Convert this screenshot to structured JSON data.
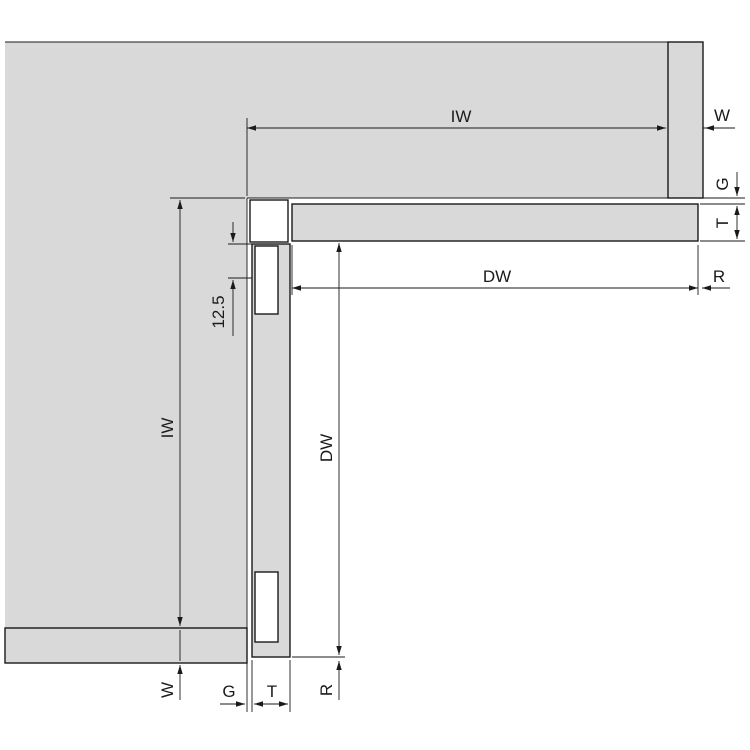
{
  "labels": {
    "iw_top": "IW",
    "w_top": "W",
    "g_right": "G",
    "t_right": "T",
    "dw_horizontal": "DW",
    "r_right": "R",
    "dimension_12_5": "12.5",
    "iw_left": "IW",
    "dw_vertical": "DW",
    "w_bottom": "W",
    "g_bottom": "G",
    "t_bottom": "T",
    "r_bottom": "R"
  },
  "colors": {
    "panel_fill": "#d9d9d9",
    "line": "#1a1a1a",
    "background": "#ffffff"
  }
}
